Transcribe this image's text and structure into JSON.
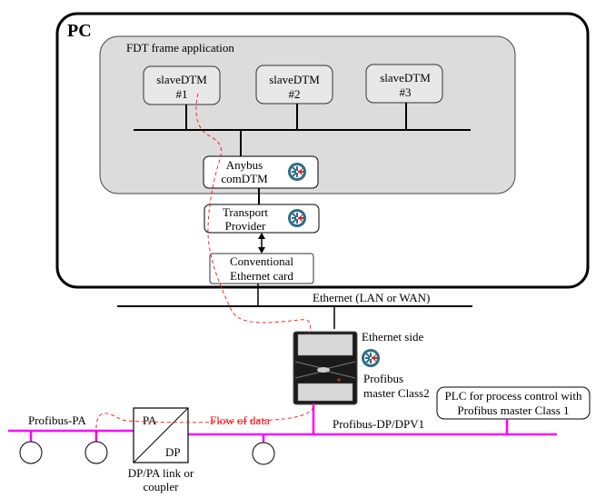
{
  "pc": {
    "title": "PC"
  },
  "fdt": {
    "title": "FDT frame application"
  },
  "slave_dtms": [
    {
      "line1": "slaveDTM",
      "line2": "#1"
    },
    {
      "line1": "slaveDTM",
      "line2": "#2"
    },
    {
      "line1": "slaveDTM",
      "line2": "#3"
    }
  ],
  "comdtm": {
    "line1": "Anybus",
    "line2": "comDTM",
    "icon": "fdt-logo-icon"
  },
  "transport": {
    "line1": "Transport",
    "line2": "Provider",
    "icon": "fdt-logo-icon"
  },
  "ethernet_card": {
    "line1": "Conventional",
    "line2": "Ethernet card"
  },
  "ethernet_bus": {
    "label": "Ethernet (LAN or WAN)"
  },
  "gateway": {
    "top_label": "Ethernet side",
    "icon": "fdt-logo-icon",
    "line1": "Profibus",
    "line2": "master Class2"
  },
  "plc": {
    "line1": "PLC for process control with",
    "line2": "Profibus master Class 1"
  },
  "profibus_pa": {
    "label": "Profibus-PA"
  },
  "profibus_dp": {
    "label": "Profibus-DP/DPV1"
  },
  "coupler": {
    "pa": "PA",
    "dp": "DP",
    "line1": "DP/PA link or",
    "line2": "coupler"
  },
  "flow": {
    "label": "Flow of data"
  },
  "colors": {
    "profibus": "#ff00ff",
    "flow": "#ff0000",
    "fdt_bg": "#dcdcdc",
    "dtm_bg": "#e8e8e8",
    "logo_blue": "#2f6d86",
    "logo_red": "#d0262f"
  }
}
